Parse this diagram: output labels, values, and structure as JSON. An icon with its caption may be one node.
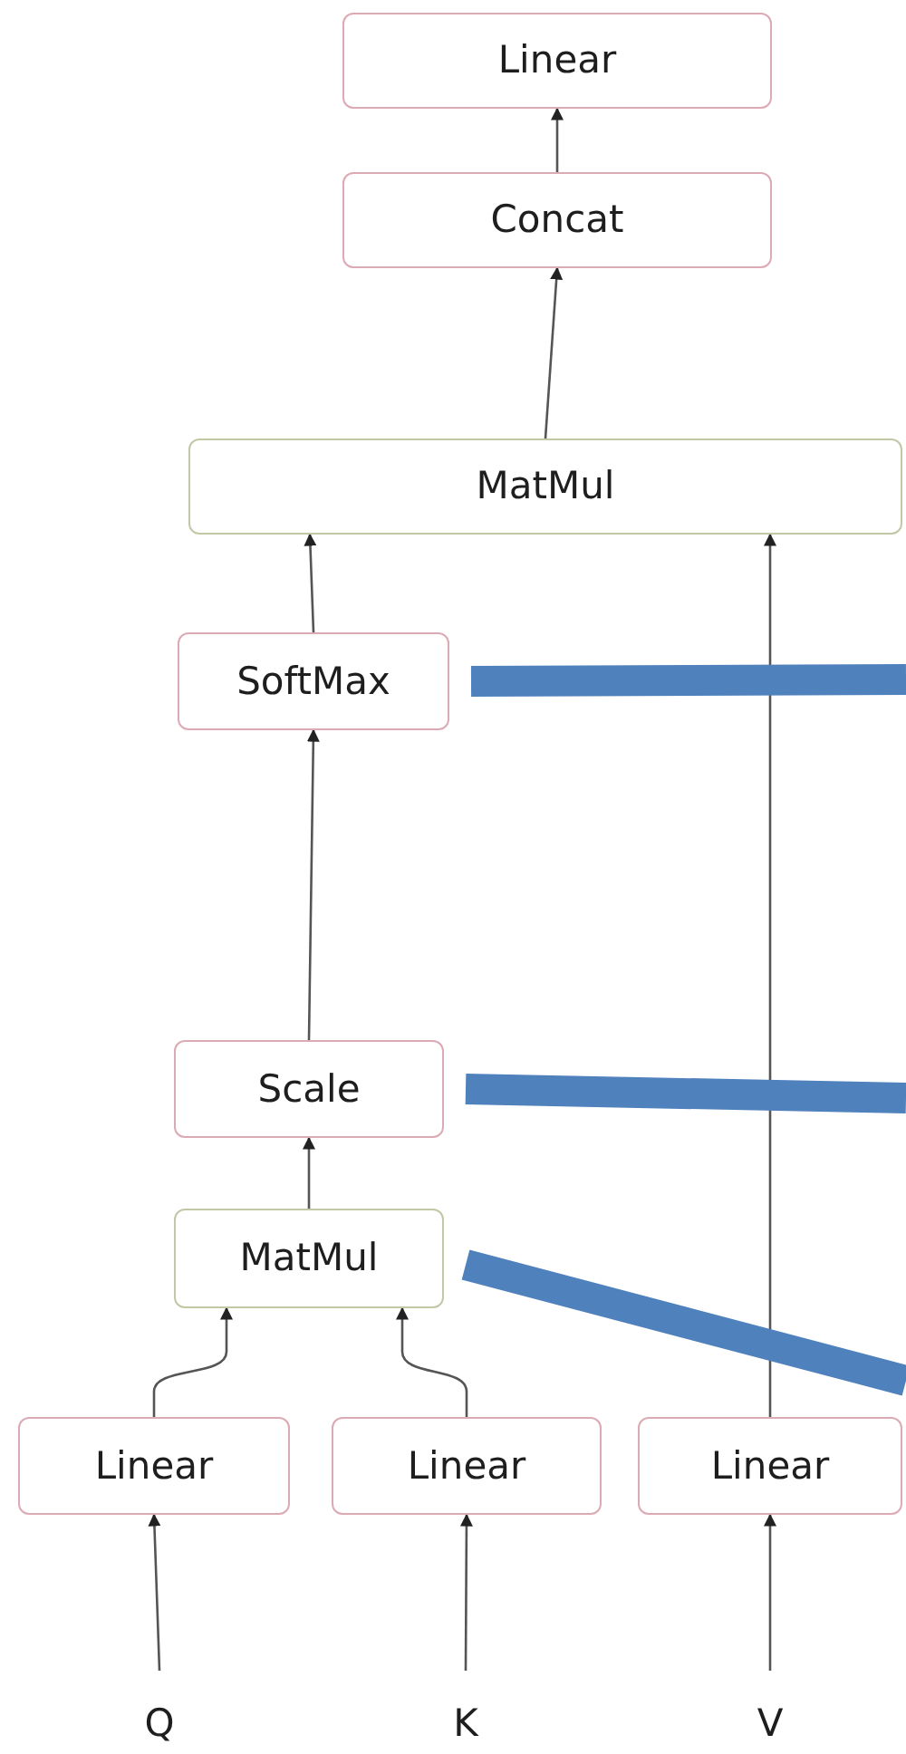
{
  "diagram": {
    "nodes": [
      {
        "text": [
          "Linear"
        ]
      },
      {
        "text": [
          "Concat"
        ]
      },
      {
        "text": [
          "MatMul"
        ]
      },
      {
        "text": [
          "SoftMax"
        ]
      },
      {
        "text": [
          "Scale"
        ]
      },
      {
        "text": [
          "MatMul"
        ]
      },
      {
        "text": [
          "Linear"
        ]
      },
      {
        "text": [
          "Linear"
        ]
      },
      {
        "text": [
          "Linear"
        ]
      },
      {
        "text": [
          "Q"
        ]
      },
      {
        "text": [
          "K"
        ]
      },
      {
        "text": [
          "V"
        ]
      }
    ],
    "edges": [
      {
        "from": 1,
        "to": 0,
        "arrow": "to"
      },
      {
        "from": 2,
        "to": 1,
        "arrow": "to"
      },
      {
        "from": 3,
        "to": 2,
        "arrow": "to"
      },
      {
        "from": 8,
        "to": 2,
        "arrow": "to"
      },
      {
        "from": 4,
        "to": 3,
        "arrow": "to"
      },
      {
        "from": 5,
        "to": 4,
        "arrow": "to"
      },
      {
        "from": 6,
        "to": 5,
        "arrow": "to"
      },
      {
        "from": 7,
        "to": 5,
        "arrow": "to"
      },
      {
        "from": 9,
        "to": 6,
        "arrow": "to"
      },
      {
        "from": 10,
        "to": 7,
        "arrow": "to"
      },
      {
        "from": 11,
        "to": 8,
        "arrow": "to"
      },
      {
        "from": 3,
        "to": null,
        "arrow": "none",
        "style": "thick",
        "color": "#4f81bd"
      },
      {
        "from": 4,
        "to": null,
        "arrow": "none",
        "style": "thick",
        "color": "#4f81bd"
      },
      {
        "from": 5,
        "to": null,
        "arrow": "none",
        "style": "thick",
        "color": "#4f81bd"
      }
    ]
  }
}
